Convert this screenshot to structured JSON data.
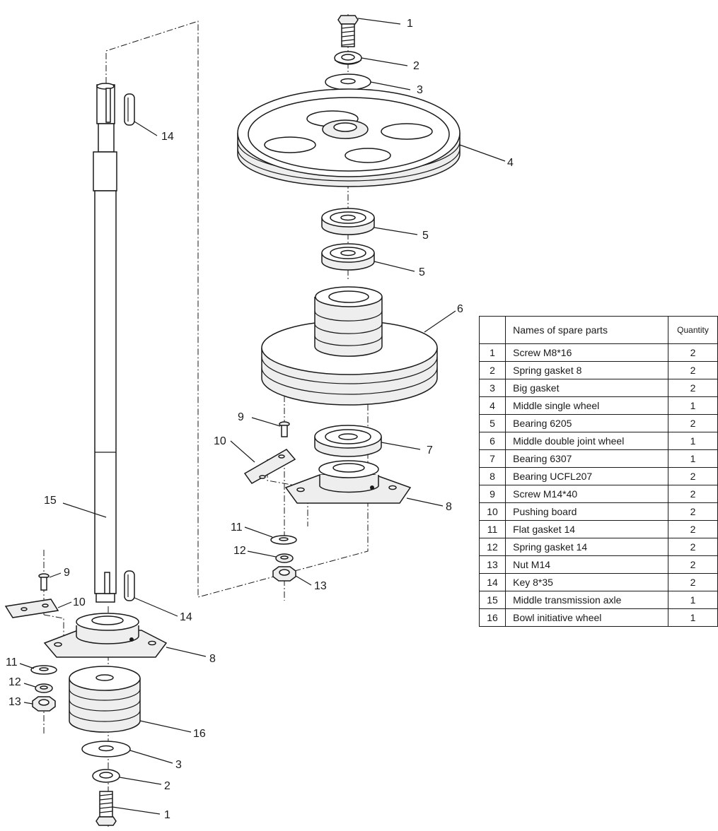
{
  "parts_table": {
    "header": {
      "number": "",
      "name": "Names of spare parts",
      "quantity": "Quantity"
    },
    "rows": [
      {
        "number": "1",
        "name": "Screw M8*16",
        "quantity": "2"
      },
      {
        "number": "2",
        "name": "Spring gasket 8",
        "quantity": "2"
      },
      {
        "number": "3",
        "name": "Big gasket",
        "quantity": "2"
      },
      {
        "number": "4",
        "name": "Middle single wheel",
        "quantity": "1"
      },
      {
        "number": "5",
        "name": "Bearing 6205",
        "quantity": "2"
      },
      {
        "number": "6",
        "name": "Middle double joint wheel",
        "quantity": "1"
      },
      {
        "number": "7",
        "name": "Bearing 6307",
        "quantity": "1"
      },
      {
        "number": "8",
        "name": "Bearing UCFL207",
        "quantity": "2"
      },
      {
        "number": "9",
        "name": "Screw M14*40",
        "quantity": "2"
      },
      {
        "number": "10",
        "name": "Pushing board",
        "quantity": "2"
      },
      {
        "number": "11",
        "name": "Flat gasket 14",
        "quantity": "2"
      },
      {
        "number": "12",
        "name": "Spring gasket 14",
        "quantity": "2"
      },
      {
        "number": "13",
        "name": "Nut M14",
        "quantity": "2"
      },
      {
        "number": "14",
        "name": "Key 8*35",
        "quantity": "2"
      },
      {
        "number": "15",
        "name": "Middle transmission axle",
        "quantity": "1"
      },
      {
        "number": "16",
        "name": "Bowl initiative wheel",
        "quantity": "1"
      }
    ]
  },
  "callouts": {
    "right_assembly": {
      "screw": "1",
      "spring_gasket": "2",
      "big_gasket": "3",
      "single_wheel": "4",
      "bearing_upper": "5",
      "bearing_lower": "5",
      "double_wheel": "6",
      "screw_m14": "9",
      "pushing_board": "10",
      "bearing_6307": "7",
      "flange_bearing": "8",
      "flat_gasket": "11",
      "spring_gasket_14": "12",
      "nut": "13"
    },
    "left_assembly": {
      "key_top": "14",
      "axle": "15",
      "screw_m14": "9",
      "pushing_board": "10",
      "key_bottom": "14",
      "flange_bearing": "8",
      "flat_gasket": "11",
      "spring_gasket_14": "12",
      "nut": "13",
      "bowl_wheel": "16",
      "big_gasket": "3",
      "spring_gasket": "2",
      "screw": "1"
    }
  }
}
